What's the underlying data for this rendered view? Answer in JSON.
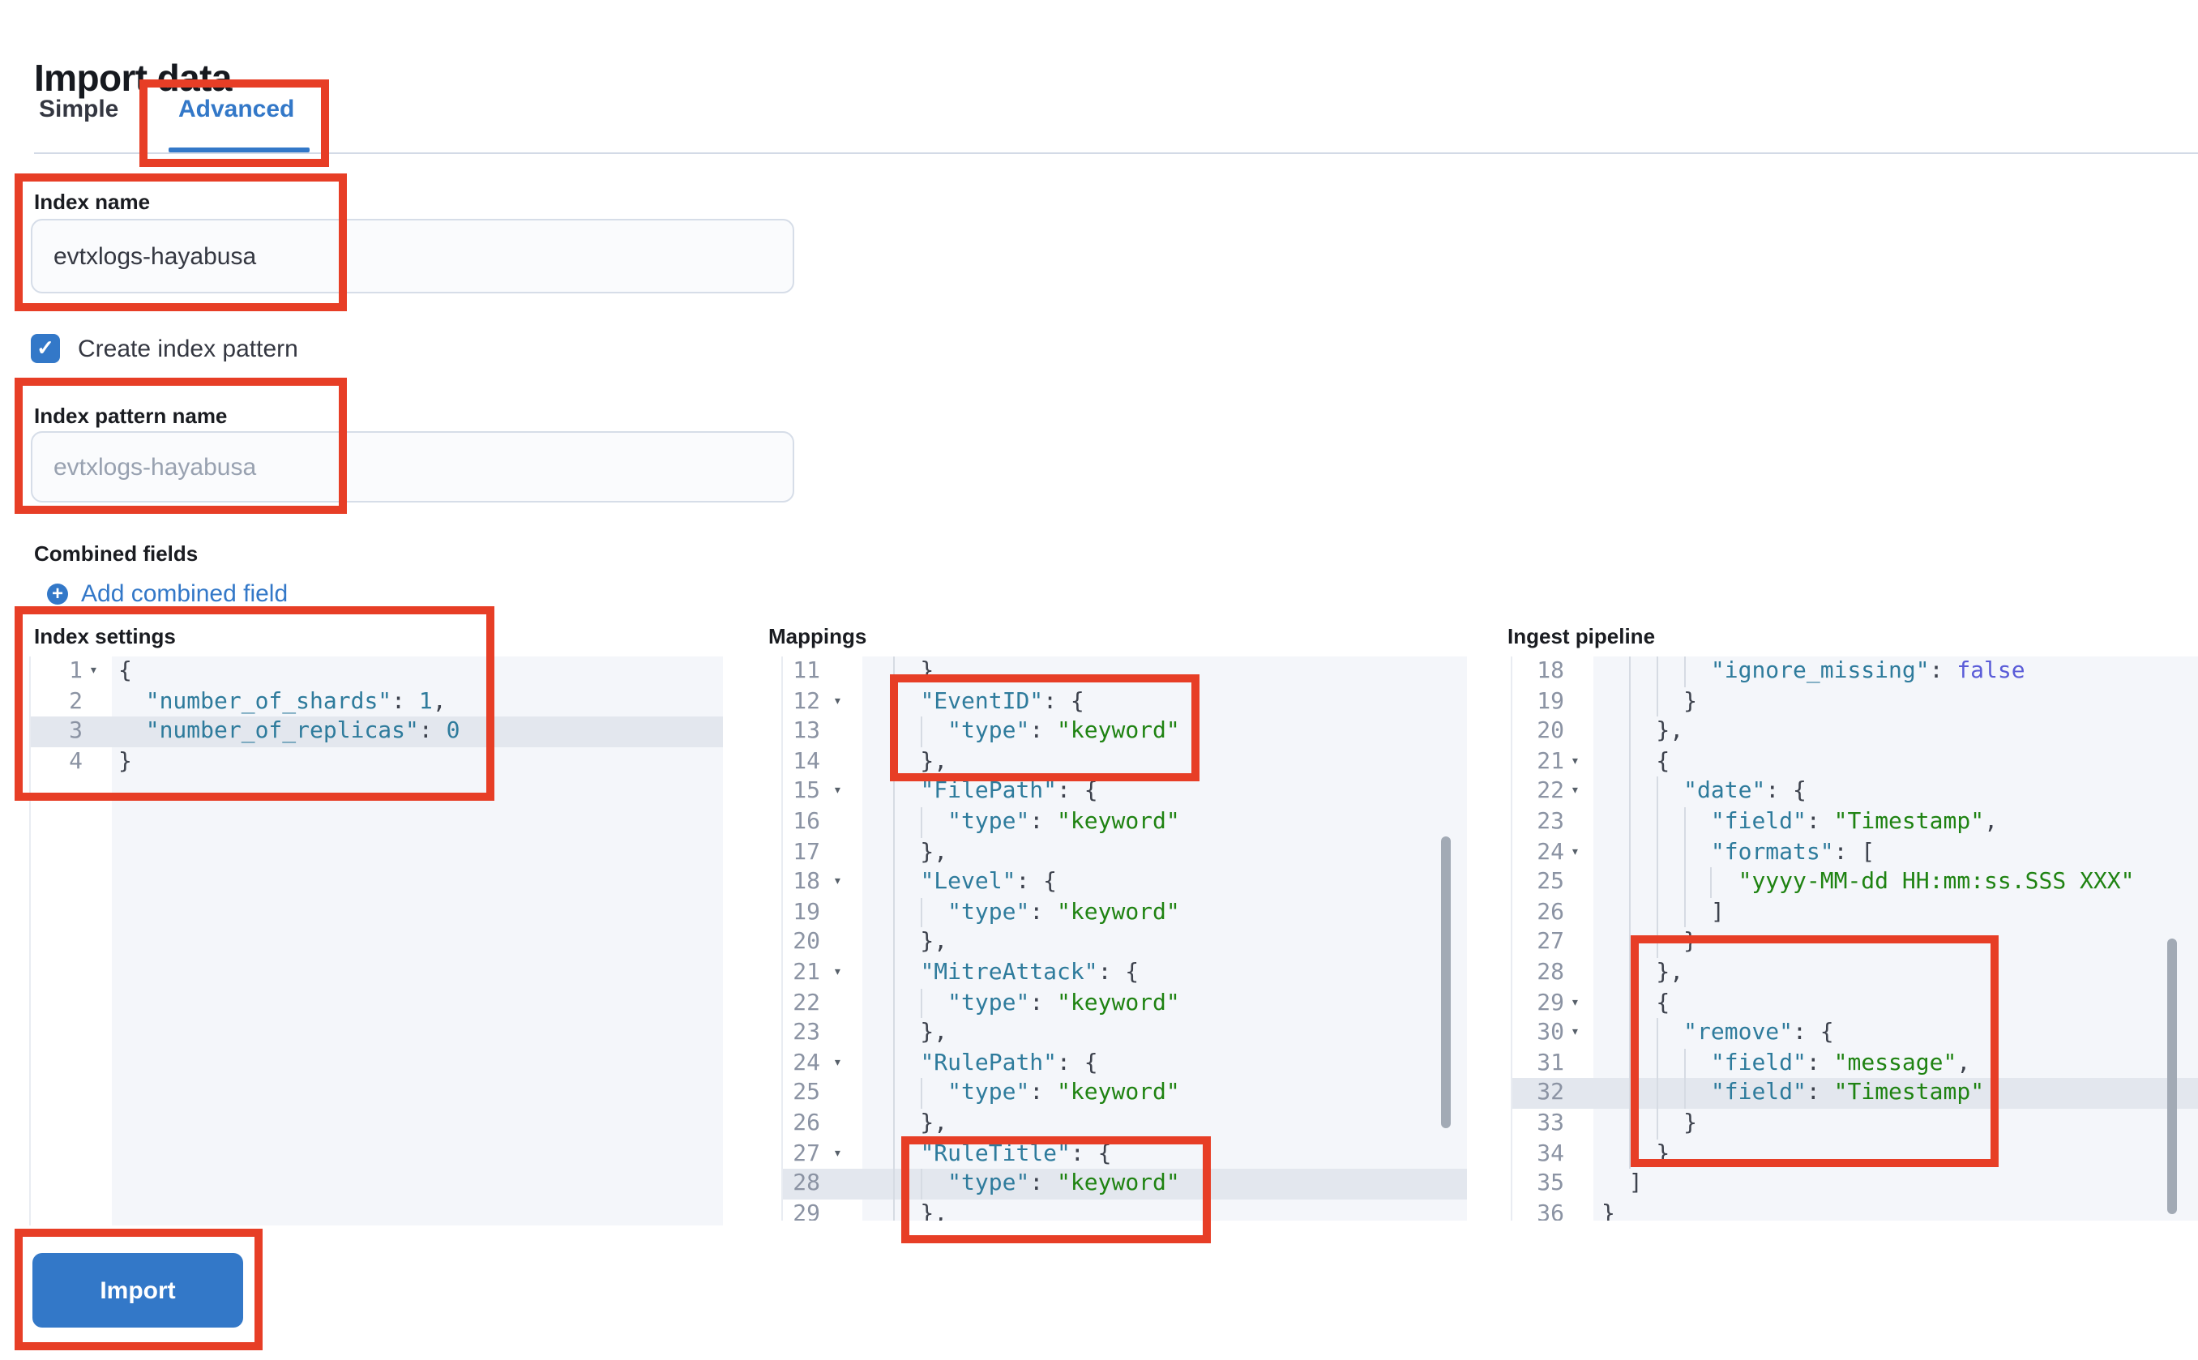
{
  "page": {
    "title": "Import data"
  },
  "tabs": {
    "simple": "Simple",
    "advanced": "Advanced"
  },
  "form": {
    "index_name": {
      "label": "Index name",
      "value": "evtxlogs-hayabusa"
    },
    "create_index_pattern": {
      "label": "Create index pattern",
      "checked": true
    },
    "index_pattern_name": {
      "label": "Index pattern name",
      "placeholder": "evtxlogs-hayabusa"
    },
    "combined_fields": {
      "label": "Combined fields",
      "add_link": "Add combined field"
    }
  },
  "actions": {
    "import": "Import"
  },
  "colors": {
    "accent": "#3378c8",
    "annotation": "#e73e26",
    "code_key": "#2e7b9c",
    "code_string": "#1f8312",
    "code_constant": "#5a5cd8",
    "code_number": "#2e7b9c",
    "code_punctuation": "#3d424d"
  },
  "editors": {
    "index_settings": {
      "label": "Index settings",
      "lines": [
        {
          "n": 1,
          "fold": true,
          "tok": [
            [
              "{",
              "p"
            ]
          ]
        },
        {
          "n": 2,
          "tok": [
            [
              "  ",
              "p"
            ],
            [
              "\"number_of_shards\"",
              "k"
            ],
            [
              ": ",
              "p"
            ],
            [
              "1",
              "n"
            ],
            [
              ",",
              "p"
            ]
          ]
        },
        {
          "n": 3,
          "active": true,
          "tok": [
            [
              "  ",
              "p"
            ],
            [
              "\"number_of_replicas\"",
              "k"
            ],
            [
              ": ",
              "p"
            ],
            [
              "0",
              "n"
            ]
          ]
        },
        {
          "n": 4,
          "tok": [
            [
              "}",
              "p"
            ]
          ]
        }
      ]
    },
    "mappings": {
      "label": "Mappings",
      "lines": [
        {
          "n": 11,
          "tok": [
            [
              "    },",
              "p"
            ]
          ]
        },
        {
          "n": 12,
          "fold": true,
          "tok": [
            [
              "    ",
              "p"
            ],
            [
              "\"EventID\"",
              "k"
            ],
            [
              ": {",
              "p"
            ]
          ]
        },
        {
          "n": 13,
          "tok": [
            [
              "      ",
              "p"
            ],
            [
              "\"type\"",
              "k"
            ],
            [
              ": ",
              "p"
            ],
            [
              "\"keyword\"",
              "s"
            ]
          ]
        },
        {
          "n": 14,
          "tok": [
            [
              "    },",
              "p"
            ]
          ]
        },
        {
          "n": 15,
          "fold": true,
          "tok": [
            [
              "    ",
              "p"
            ],
            [
              "\"FilePath\"",
              "k"
            ],
            [
              ": {",
              "p"
            ]
          ]
        },
        {
          "n": 16,
          "tok": [
            [
              "      ",
              "p"
            ],
            [
              "\"type\"",
              "k"
            ],
            [
              ": ",
              "p"
            ],
            [
              "\"keyword\"",
              "s"
            ]
          ]
        },
        {
          "n": 17,
          "tok": [
            [
              "    },",
              "p"
            ]
          ]
        },
        {
          "n": 18,
          "fold": true,
          "tok": [
            [
              "    ",
              "p"
            ],
            [
              "\"Level\"",
              "k"
            ],
            [
              ": {",
              "p"
            ]
          ]
        },
        {
          "n": 19,
          "tok": [
            [
              "      ",
              "p"
            ],
            [
              "\"type\"",
              "k"
            ],
            [
              ": ",
              "p"
            ],
            [
              "\"keyword\"",
              "s"
            ]
          ]
        },
        {
          "n": 20,
          "tok": [
            [
              "    },",
              "p"
            ]
          ]
        },
        {
          "n": 21,
          "fold": true,
          "tok": [
            [
              "    ",
              "p"
            ],
            [
              "\"MitreAttack\"",
              "k"
            ],
            [
              ": {",
              "p"
            ]
          ]
        },
        {
          "n": 22,
          "tok": [
            [
              "      ",
              "p"
            ],
            [
              "\"type\"",
              "k"
            ],
            [
              ": ",
              "p"
            ],
            [
              "\"keyword\"",
              "s"
            ]
          ]
        },
        {
          "n": 23,
          "tok": [
            [
              "    },",
              "p"
            ]
          ]
        },
        {
          "n": 24,
          "fold": true,
          "tok": [
            [
              "    ",
              "p"
            ],
            [
              "\"RulePath\"",
              "k"
            ],
            [
              ": {",
              "p"
            ]
          ]
        },
        {
          "n": 25,
          "tok": [
            [
              "      ",
              "p"
            ],
            [
              "\"type\"",
              "k"
            ],
            [
              ": ",
              "p"
            ],
            [
              "\"keyword\"",
              "s"
            ]
          ]
        },
        {
          "n": 26,
          "tok": [
            [
              "    },",
              "p"
            ]
          ]
        },
        {
          "n": 27,
          "fold": true,
          "tok": [
            [
              "    ",
              "p"
            ],
            [
              "\"RuleTitle\"",
              "k"
            ],
            [
              ": {",
              "p"
            ]
          ]
        },
        {
          "n": 28,
          "active": true,
          "tok": [
            [
              "      ",
              "p"
            ],
            [
              "\"type\"",
              "k"
            ],
            [
              ": ",
              "p"
            ],
            [
              "\"keyword\"",
              "s"
            ]
          ]
        },
        {
          "n": 29,
          "tok": [
            [
              "    },",
              "p"
            ]
          ]
        }
      ]
    },
    "ingest_pipeline": {
      "label": "Ingest pipeline",
      "lines": [
        {
          "n": 18,
          "tok": [
            [
              "        ",
              "p"
            ],
            [
              "\"ignore_missing\"",
              "k"
            ],
            [
              ": ",
              "p"
            ],
            [
              "false",
              "c"
            ]
          ]
        },
        {
          "n": 19,
          "tok": [
            [
              "      }",
              "p"
            ]
          ]
        },
        {
          "n": 20,
          "tok": [
            [
              "    },",
              "p"
            ]
          ]
        },
        {
          "n": 21,
          "fold": true,
          "tok": [
            [
              "    {",
              "p"
            ]
          ]
        },
        {
          "n": 22,
          "fold": true,
          "tok": [
            [
              "      ",
              "p"
            ],
            [
              "\"date\"",
              "k"
            ],
            [
              ": {",
              "p"
            ]
          ]
        },
        {
          "n": 23,
          "tok": [
            [
              "        ",
              "p"
            ],
            [
              "\"field\"",
              "k"
            ],
            [
              ": ",
              "p"
            ],
            [
              "\"Timestamp\"",
              "s"
            ],
            [
              ",",
              "p"
            ]
          ]
        },
        {
          "n": 24,
          "fold": true,
          "tok": [
            [
              "        ",
              "p"
            ],
            [
              "\"formats\"",
              "k"
            ],
            [
              ": [",
              "p"
            ]
          ]
        },
        {
          "n": 25,
          "tok": [
            [
              "          ",
              "p"
            ],
            [
              "\"yyyy-MM-dd HH:mm:ss.SSS XXX\"",
              "s"
            ]
          ]
        },
        {
          "n": 26,
          "tok": [
            [
              "        ]",
              "p"
            ]
          ]
        },
        {
          "n": 27,
          "tok": [
            [
              "      }",
              "p"
            ]
          ]
        },
        {
          "n": 28,
          "tok": [
            [
              "    },",
              "p"
            ]
          ]
        },
        {
          "n": 29,
          "fold": true,
          "tok": [
            [
              "    {",
              "p"
            ]
          ]
        },
        {
          "n": 30,
          "fold": true,
          "tok": [
            [
              "      ",
              "p"
            ],
            [
              "\"remove\"",
              "k"
            ],
            [
              ": {",
              "p"
            ]
          ]
        },
        {
          "n": 31,
          "tok": [
            [
              "        ",
              "p"
            ],
            [
              "\"field\"",
              "k"
            ],
            [
              ": ",
              "p"
            ],
            [
              "\"message\"",
              "s"
            ],
            [
              ",",
              "p"
            ]
          ]
        },
        {
          "n": 32,
          "active": true,
          "tok": [
            [
              "        ",
              "p"
            ],
            [
              "\"field\"",
              "k"
            ],
            [
              ": ",
              "p"
            ],
            [
              "\"Timestamp\"",
              "s"
            ]
          ]
        },
        {
          "n": 33,
          "tok": [
            [
              "      }",
              "p"
            ]
          ]
        },
        {
          "n": 34,
          "tok": [
            [
              "    }",
              "p"
            ]
          ]
        },
        {
          "n": 35,
          "tok": [
            [
              "  ]",
              "p"
            ]
          ]
        },
        {
          "n": 36,
          "tok": [
            [
              "}",
              "p"
            ]
          ]
        }
      ]
    }
  }
}
